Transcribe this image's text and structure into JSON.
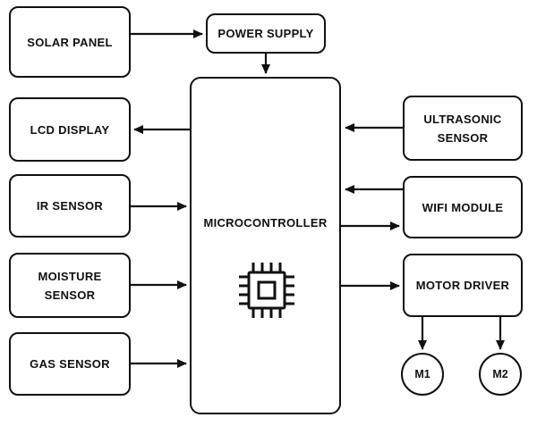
{
  "diagram": {
    "type": "block-diagram",
    "subject": "Microcontroller-based system block diagram",
    "nodes": {
      "solar_panel": {
        "label": "SOLAR PANEL"
      },
      "power_supply": {
        "label": "POWER SUPPLY"
      },
      "lcd_display": {
        "label": "LCD DISPLAY"
      },
      "ir_sensor": {
        "label": "IR SENSOR"
      },
      "moisture_sensor": {
        "label": "MOISTURE SENSOR"
      },
      "gas_sensor": {
        "label": "GAS SENSOR"
      },
      "microcontroller": {
        "label": "MICROCONTROLLER",
        "icon": "microcontroller-chip-icon"
      },
      "ultrasonic_sensor": {
        "label": "ULTRASONIC SENSOR"
      },
      "wifi_module": {
        "label": "WIFI MODULE"
      },
      "motor_driver": {
        "label": "MOTOR DRIVER"
      },
      "motor_1": {
        "label": "M1"
      },
      "motor_2": {
        "label": "M2"
      }
    },
    "connections": [
      {
        "from": "solar_panel",
        "to": "power_supply"
      },
      {
        "from": "power_supply",
        "to": "microcontroller"
      },
      {
        "from": "microcontroller",
        "to": "lcd_display"
      },
      {
        "from": "ir_sensor",
        "to": "microcontroller"
      },
      {
        "from": "moisture_sensor",
        "to": "microcontroller"
      },
      {
        "from": "gas_sensor",
        "to": "microcontroller"
      },
      {
        "from": "ultrasonic_sensor",
        "to": "microcontroller"
      },
      {
        "from": "wifi_module",
        "to": "microcontroller"
      },
      {
        "from": "microcontroller",
        "to": "wifi_module"
      },
      {
        "from": "microcontroller",
        "to": "motor_driver"
      },
      {
        "from": "motor_driver",
        "to": "motor_1"
      },
      {
        "from": "motor_driver",
        "to": "motor_2"
      }
    ],
    "colors": {
      "line": "#111111",
      "box_background": "#ffffff",
      "page_background": "#ffffff"
    }
  }
}
